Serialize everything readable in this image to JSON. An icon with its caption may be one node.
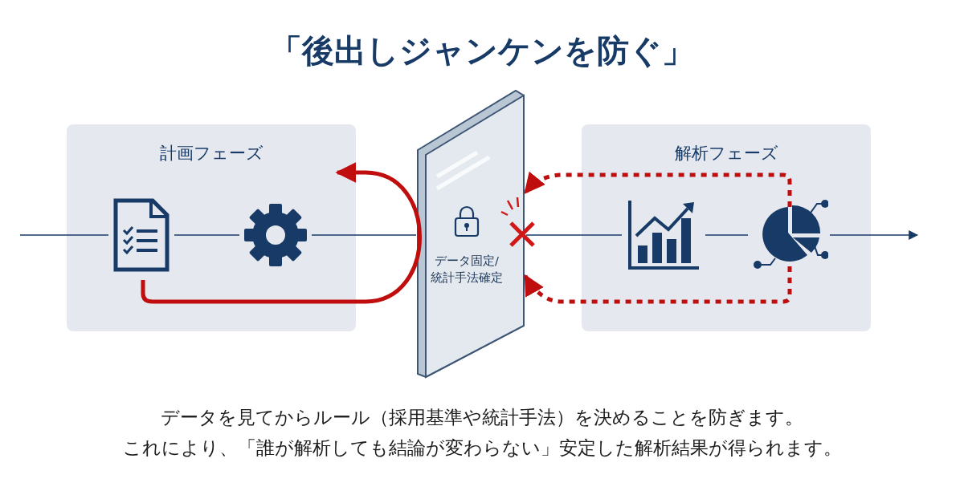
{
  "diagram": {
    "title": "「後出しジャンケンを防ぐ」",
    "nodes": [
      {
        "text": [
          "計画フェーズ"
        ]
      },
      {
        "text": [],
        "shape": "picture",
        "in": 0
      },
      {
        "text": [],
        "shape": "picture",
        "in": 0
      },
      {
        "text": [
          "データ固定/統計手法確定"
        ]
      },
      {
        "text": [
          "解析フェーズ"
        ]
      },
      {
        "text": [],
        "shape": "picture",
        "in": 4
      },
      {
        "text": [],
        "shape": "picture",
        "in": 4
      }
    ],
    "edges": [
      {
        "from": null,
        "to": 1,
        "arrow": "none"
      },
      {
        "from": 1,
        "to": 2,
        "arrow": "none"
      },
      {
        "from": 2,
        "to": 3,
        "arrow": "none"
      },
      {
        "from": 3,
        "to": 5,
        "arrow": "none"
      },
      {
        "from": 5,
        "to": 6,
        "arrow": "none"
      },
      {
        "from": 6,
        "to": null,
        "arrow": "to"
      },
      {
        "from": 1,
        "to": null,
        "arrow": "to",
        "style": "thick",
        "color": "#c00d0d"
      },
      {
        "from": 6,
        "to": 3,
        "arrow": "to",
        "style": "dashed",
        "color": "#c00d0d"
      },
      {
        "from": 6,
        "to": 3,
        "arrow": "to",
        "style": "dashed",
        "color": "#c00d0d"
      }
    ],
    "labels": [
      "データを見てからルール（採用基準や統計手法）を決めることを防ぎます。",
      "これにより、「誰が解析しても結論が変わらない」安定した解析結果が得られます。"
    ]
  }
}
